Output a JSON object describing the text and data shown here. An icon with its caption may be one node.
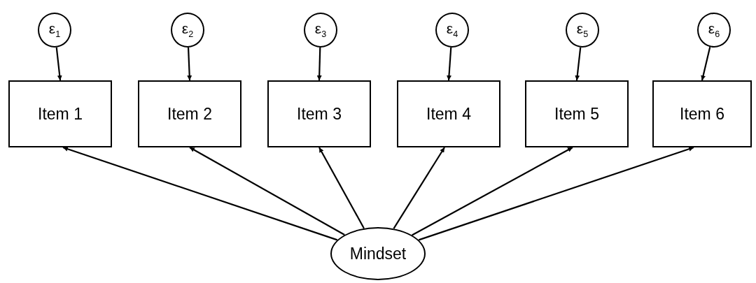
{
  "diagram": {
    "nodes": [
      {
        "text": [
          "ε$_{1}$"
        ]
      },
      {
        "text": [
          "ε$_{2}$"
        ]
      },
      {
        "text": [
          "ε$_{3}$"
        ]
      },
      {
        "text": [
          "ε$_{4}$"
        ]
      },
      {
        "text": [
          "ε$_{5}$"
        ]
      },
      {
        "text": [
          "ε$_{6}$"
        ]
      },
      {
        "text": [
          "Item 1"
        ]
      },
      {
        "text": [
          "Item 2"
        ]
      },
      {
        "text": [
          "Item 3"
        ]
      },
      {
        "text": [
          "Item 4"
        ]
      },
      {
        "text": [
          "Item 5"
        ]
      },
      {
        "text": [
          "Item 6"
        ]
      },
      {
        "text": [
          "Mindset"
        ]
      }
    ],
    "edges": [
      {
        "from": 0,
        "to": 6,
        "arrow": "to"
      },
      {
        "from": 1,
        "to": 7,
        "arrow": "to"
      },
      {
        "from": 2,
        "to": 8,
        "arrow": "to"
      },
      {
        "from": 3,
        "to": 9,
        "arrow": "to"
      },
      {
        "from": 4,
        "to": 10,
        "arrow": "to"
      },
      {
        "from": 5,
        "to": 11,
        "arrow": "to"
      },
      {
        "from": 12,
        "to": 6,
        "arrow": "to"
      },
      {
        "from": 12,
        "to": 7,
        "arrow": "to"
      },
      {
        "from": 12,
        "to": 8,
        "arrow": "to"
      },
      {
        "from": 12,
        "to": 9,
        "arrow": "to"
      },
      {
        "from": 12,
        "to": 10,
        "arrow": "to"
      },
      {
        "from": 12,
        "to": 11,
        "arrow": "to"
      }
    ]
  }
}
